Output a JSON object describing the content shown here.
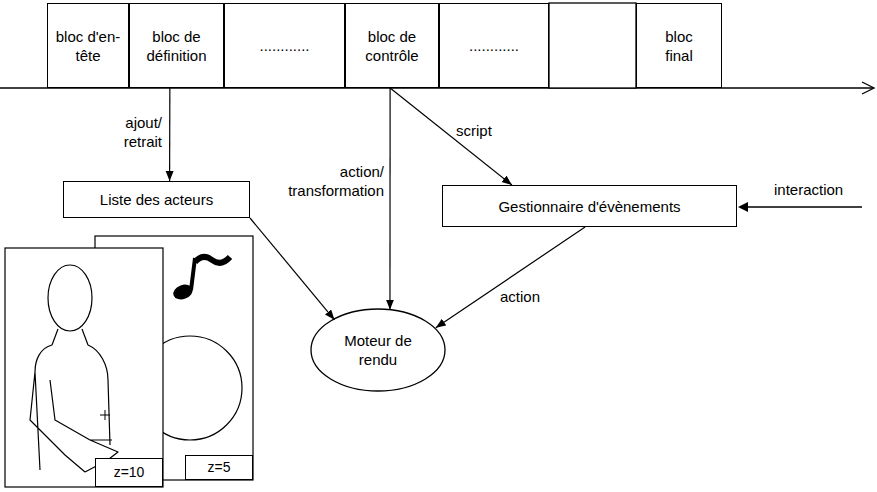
{
  "diagram": {
    "nodes": [
      {
        "text": [
          "bloc d'en-tête"
        ]
      },
      {
        "text": [
          "bloc de définition"
        ]
      },
      {
        "text": [
          "............"
        ]
      },
      {
        "text": [
          "bloc de contrôle"
        ]
      },
      {
        "text": [
          "............"
        ]
      },
      {
        "text": [
          "bloc final"
        ]
      },
      {
        "text": [
          "Liste des acteurs"
        ]
      },
      {
        "text": [
          "Gestionnaire d'évènements"
        ]
      },
      {
        "text": [
          "Moteur de rendu"
        ]
      },
      {
        "text": [
          "z=10"
        ]
      },
      {
        "text": [
          "z=5"
        ]
      }
    ],
    "edges": [
      {
        "from": 1,
        "to": 6,
        "label": "ajout/ retrait",
        "arrow": "to"
      },
      {
        "from": 3,
        "to": 8,
        "label": "action/ transformation",
        "arrow": "to"
      },
      {
        "from": 3,
        "to": 7,
        "label": "script",
        "arrow": "to"
      },
      {
        "from": 6,
        "to": 8,
        "arrow": "to"
      },
      {
        "from": 7,
        "to": 8,
        "label": "action",
        "arrow": "to"
      }
    ],
    "labels": [
      "interaction"
    ]
  }
}
